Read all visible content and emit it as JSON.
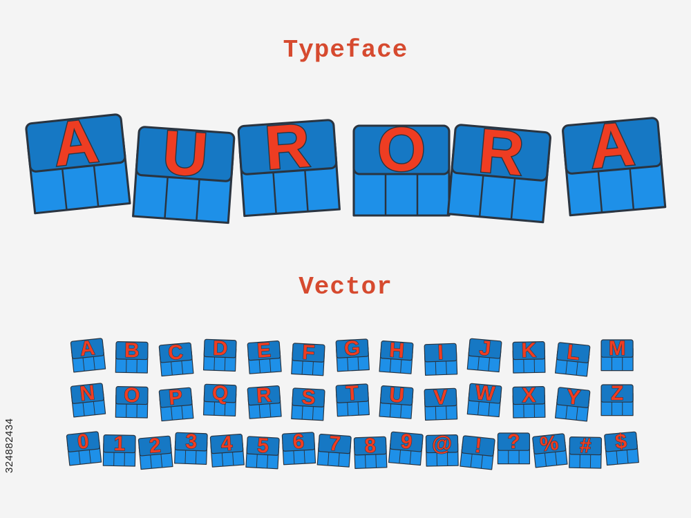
{
  "page": {
    "title": "Typeface",
    "subtitle": "Vector",
    "side_id": "324882434"
  },
  "colors": {
    "background": "#f4f4f4",
    "letter_top": "#ee3d22",
    "letter_side": "#1e90e8",
    "letter_side_dark": "#1678c4",
    "outline": "#2a3440",
    "heading": "#d64a2f"
  },
  "word": {
    "letters": [
      "A",
      "U",
      "R",
      "O",
      "R",
      "A"
    ]
  },
  "glyph_rows": [
    [
      "A",
      "B",
      "C",
      "D",
      "E",
      "F",
      "G",
      "H",
      "I",
      "J",
      "K",
      "L",
      "M"
    ],
    [
      "N",
      "O",
      "P",
      "Q",
      "R",
      "S",
      "T",
      "U",
      "V",
      "W",
      "X",
      "Y",
      "Z"
    ],
    [
      "0",
      "1",
      "2",
      "3",
      "4",
      "5",
      "6",
      "7",
      "8",
      "9",
      "@",
      "!",
      "?",
      "%",
      "#",
      "$"
    ]
  ]
}
